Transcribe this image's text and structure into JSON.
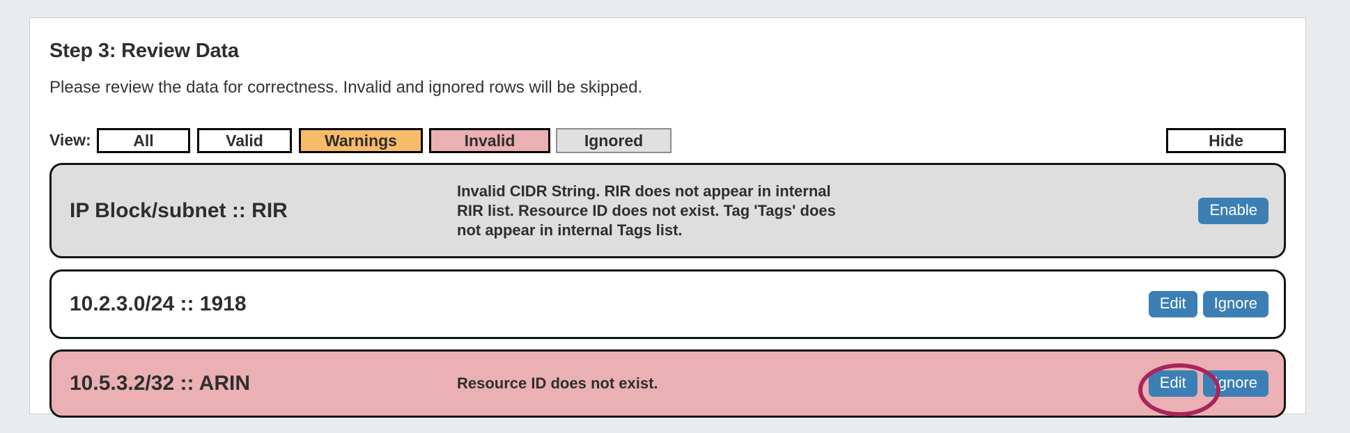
{
  "header": {
    "title": "Step 3: Review Data",
    "description": "Please review the data for correctness. Invalid and ignored rows will be skipped."
  },
  "filter_bar": {
    "view_label": "View:",
    "buttons": [
      {
        "label": "All",
        "state": "neutral",
        "color": "#ffffff"
      },
      {
        "label": "Valid",
        "state": "neutral",
        "color": "#ffffff"
      },
      {
        "label": "Warnings",
        "state": "warning",
        "color": "#f7bc6a"
      },
      {
        "label": "Invalid",
        "state": "invalid",
        "color": "#eab0b4"
      },
      {
        "label": "Ignored",
        "state": "ignored",
        "color": "#e0e0e0"
      }
    ],
    "hide_label": "Hide"
  },
  "rows": [
    {
      "key": "IP Block/subnet :: RIR",
      "message": "Invalid CIDR String. RIR does not appear in internal RIR list. Resource ID does not exist. Tag 'Tags' does not appear in internal Tags list.",
      "status": "ignored",
      "background": "#dedede",
      "actions": [
        "Enable"
      ]
    },
    {
      "key": "10.2.3.0/24 :: 1918",
      "message": "",
      "status": "valid",
      "background": "#ffffff",
      "actions": [
        "Edit",
        "Ignore"
      ]
    },
    {
      "key": "10.5.3.2/32 :: ARIN",
      "message": "Resource ID does not exist.",
      "status": "invalid",
      "background": "#eab0b4",
      "actions": [
        "Edit",
        "Ignore"
      ]
    }
  ],
  "annotation": {
    "target": "Edit",
    "target_row": "10.5.3.2/32 :: ARIN",
    "shape": "ellipse",
    "color": "#a8255a"
  },
  "colors": {
    "page_background": "#e8ecef",
    "card_background": "#ffffff",
    "action_button": "#3b7fb5",
    "text": "#2e2e2e",
    "row_border": "#141414"
  }
}
